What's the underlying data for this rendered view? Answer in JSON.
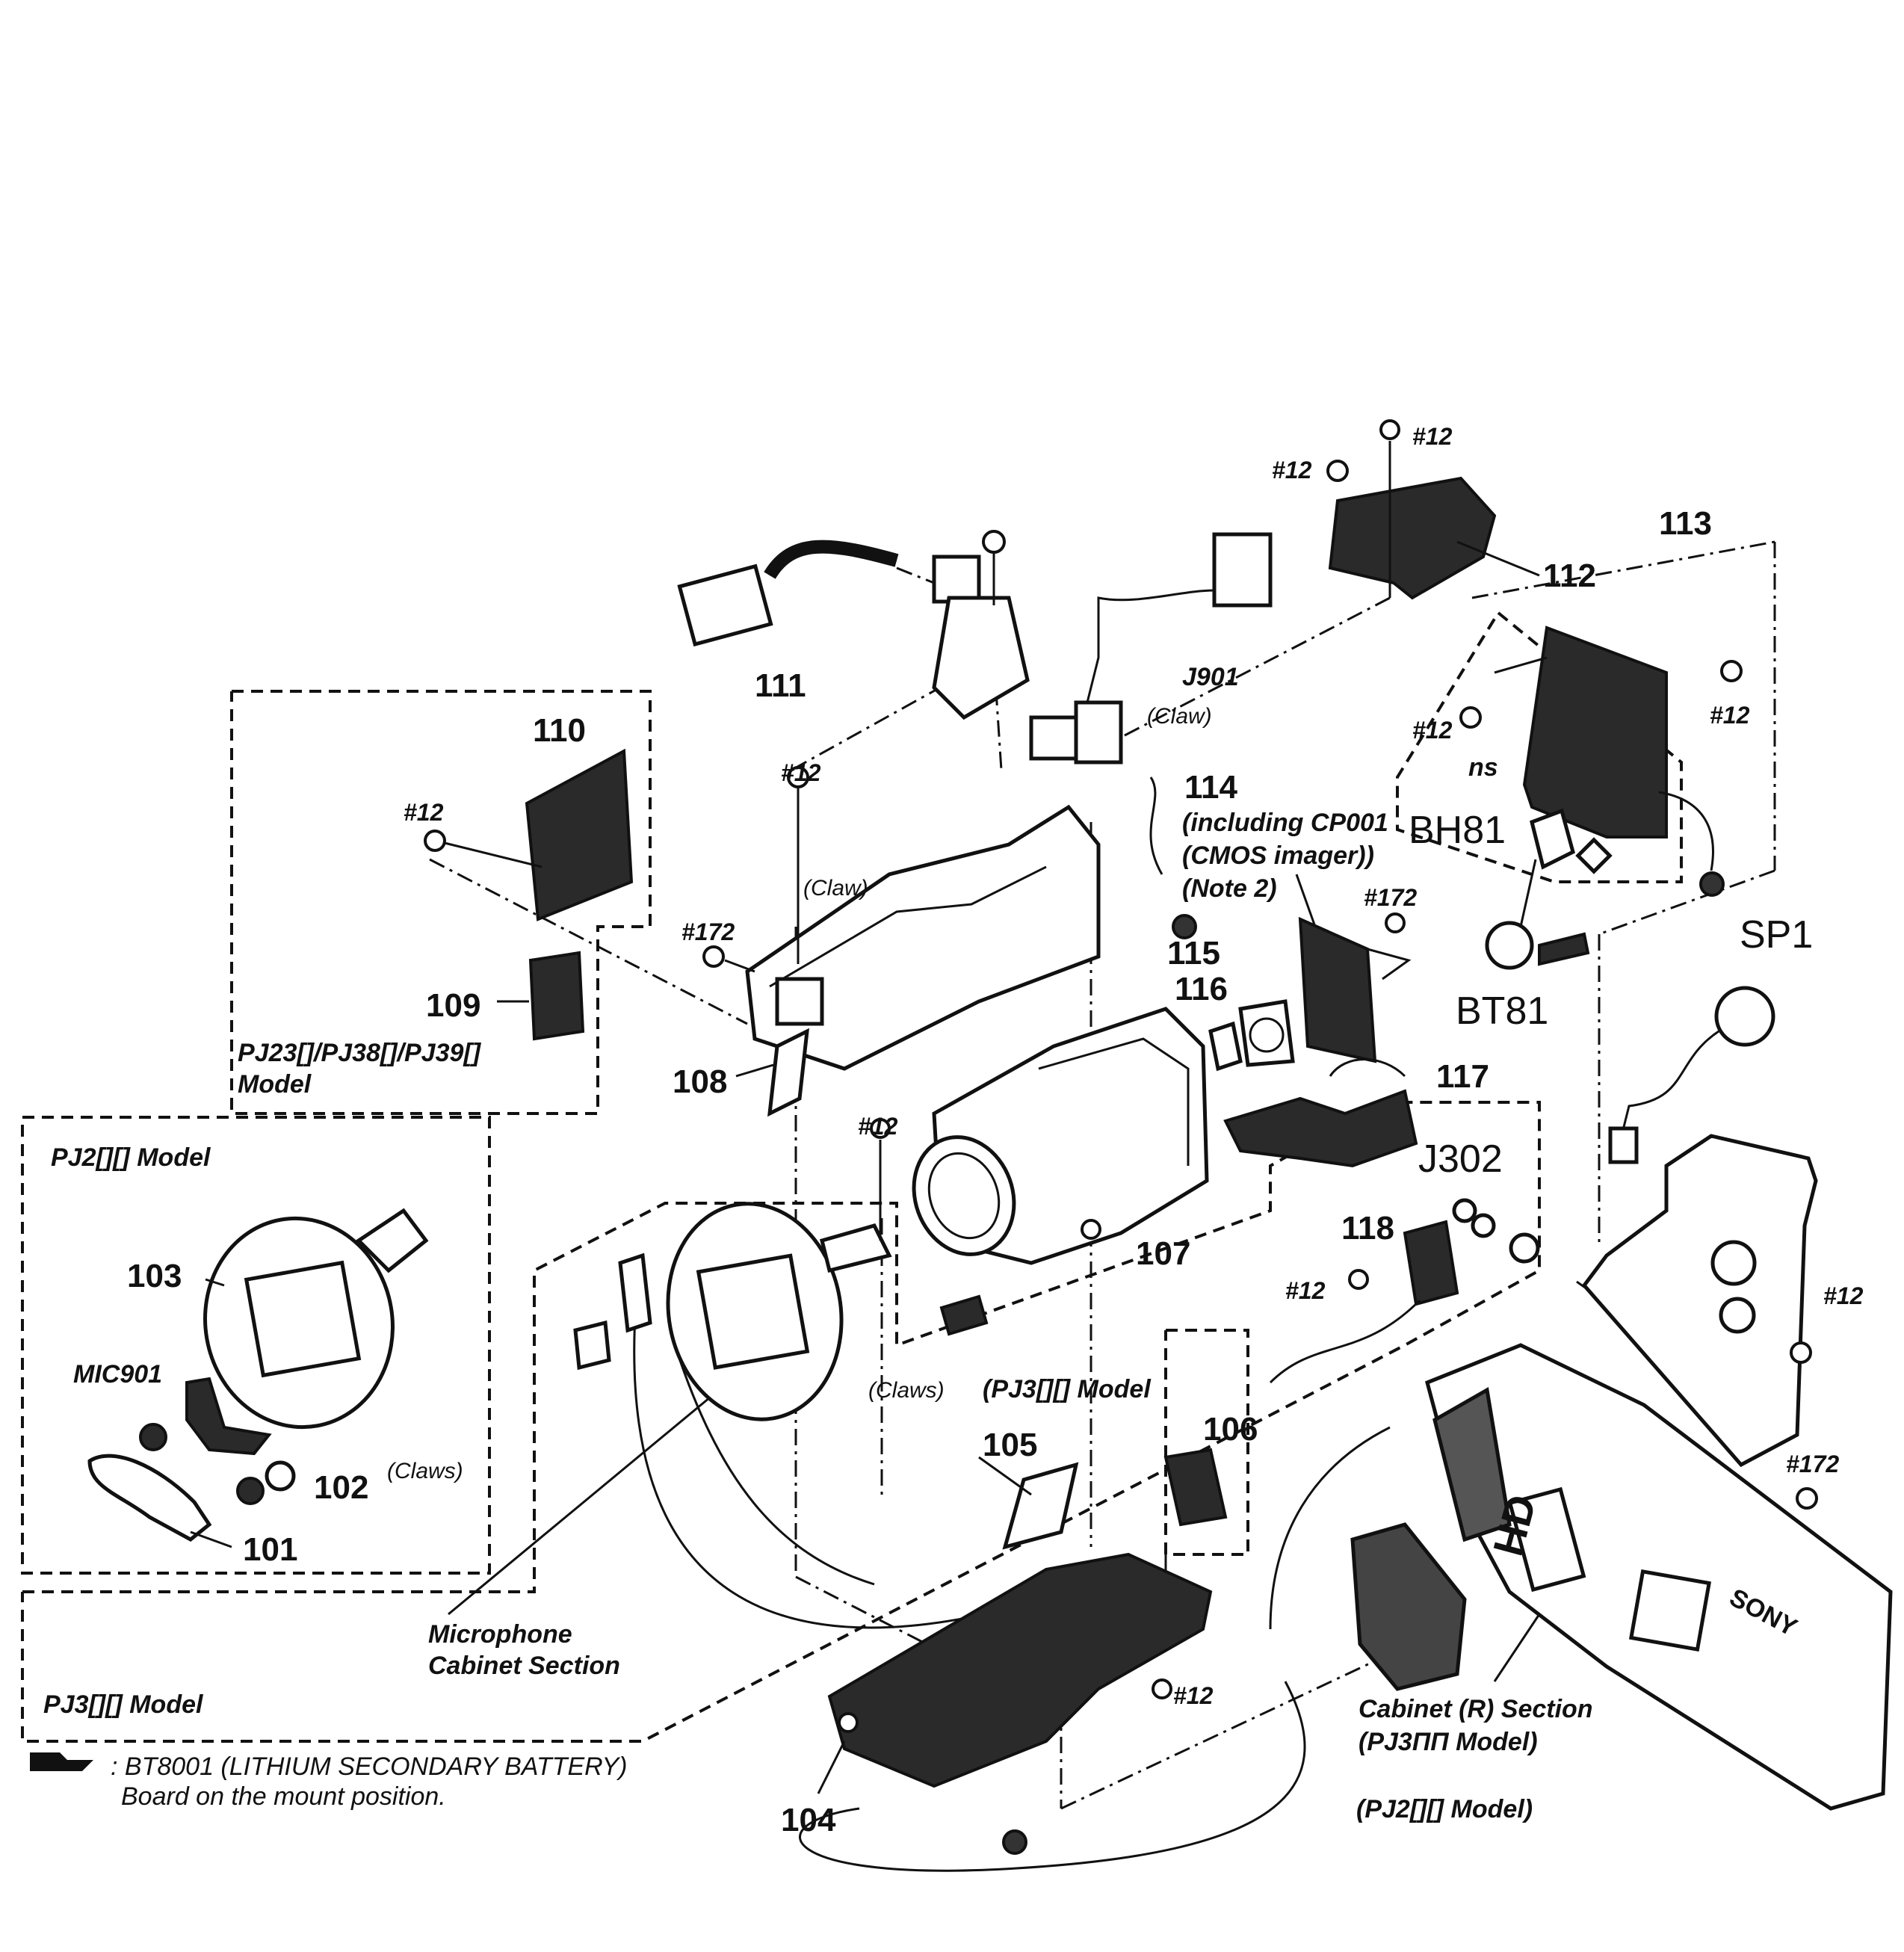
{
  "labels": {
    "p101": "101",
    "p102": "102",
    "p103": "103",
    "p104": "104",
    "p105": "105",
    "p106": "106",
    "p107": "107",
    "p108": "108",
    "p109": "109",
    "p110": "110",
    "p111": "111",
    "p112": "112",
    "p113": "113",
    "p114": "114",
    "p115": "115",
    "p116": "116",
    "p117": "117",
    "p118": "118",
    "s12": "#12",
    "s172": "#172",
    "j901": "J901",
    "j302": "J302",
    "bh81": "BH81",
    "bt81": "BT81",
    "sp1": "SP1",
    "mic901": "MIC901",
    "ns": "ns",
    "claw": "(Claw)",
    "claws": "(Claws)",
    "p114_line1": "(including CP001",
    "p114_line2": "(CMOS imager))",
    "p114_line3": "(Note 2)",
    "model_pj23": "PJ23[]/PJ38[]/PJ39[]",
    "model_word": "Model",
    "model_pj2": "PJ2[][] Model",
    "model_pj3": "PJ3[][] Model",
    "model_pj3_paren": "(PJ3[][] Model",
    "model_pj3_cab": "(PJ3ΠΠ Model)",
    "model_pj2_paren": "(PJ2[][] Model)",
    "mic_section_1": "Microphone",
    "mic_section_2": "Cabinet Section",
    "cab_section": "Cabinet (R) Section",
    "battery_line1": ": BT8001 (LITHIUM SECONDARY BATTERY)",
    "battery_line2": "Board on the mount position.",
    "brand": "SONY",
    "hd": "HD"
  }
}
